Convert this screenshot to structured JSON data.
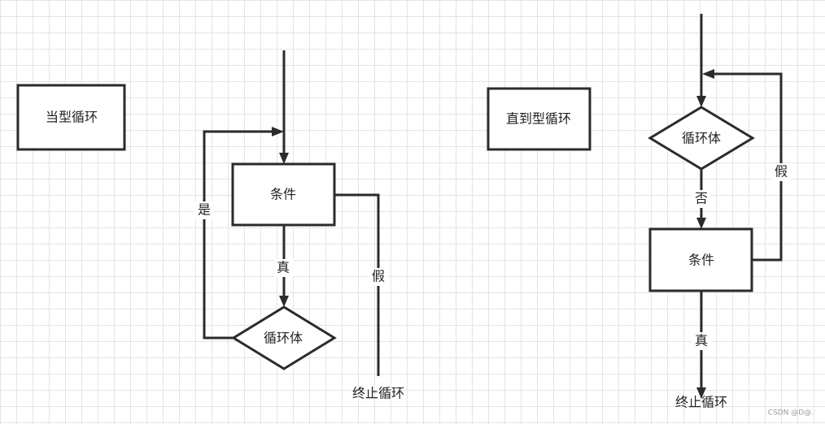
{
  "left_diagram": {
    "title_box": "当型循环",
    "condition_box": "条件",
    "body_diamond": "循环体",
    "edge_true": "真",
    "edge_yes": "是",
    "edge_false": "假",
    "end_label": "终止循环"
  },
  "right_diagram": {
    "title_box": "直到型循环",
    "body_diamond": "循环体",
    "condition_box": "条件",
    "edge_no": "否",
    "edge_false": "假",
    "edge_true": "真",
    "end_label": "终止循环"
  },
  "watermark": "CSDN @D@."
}
